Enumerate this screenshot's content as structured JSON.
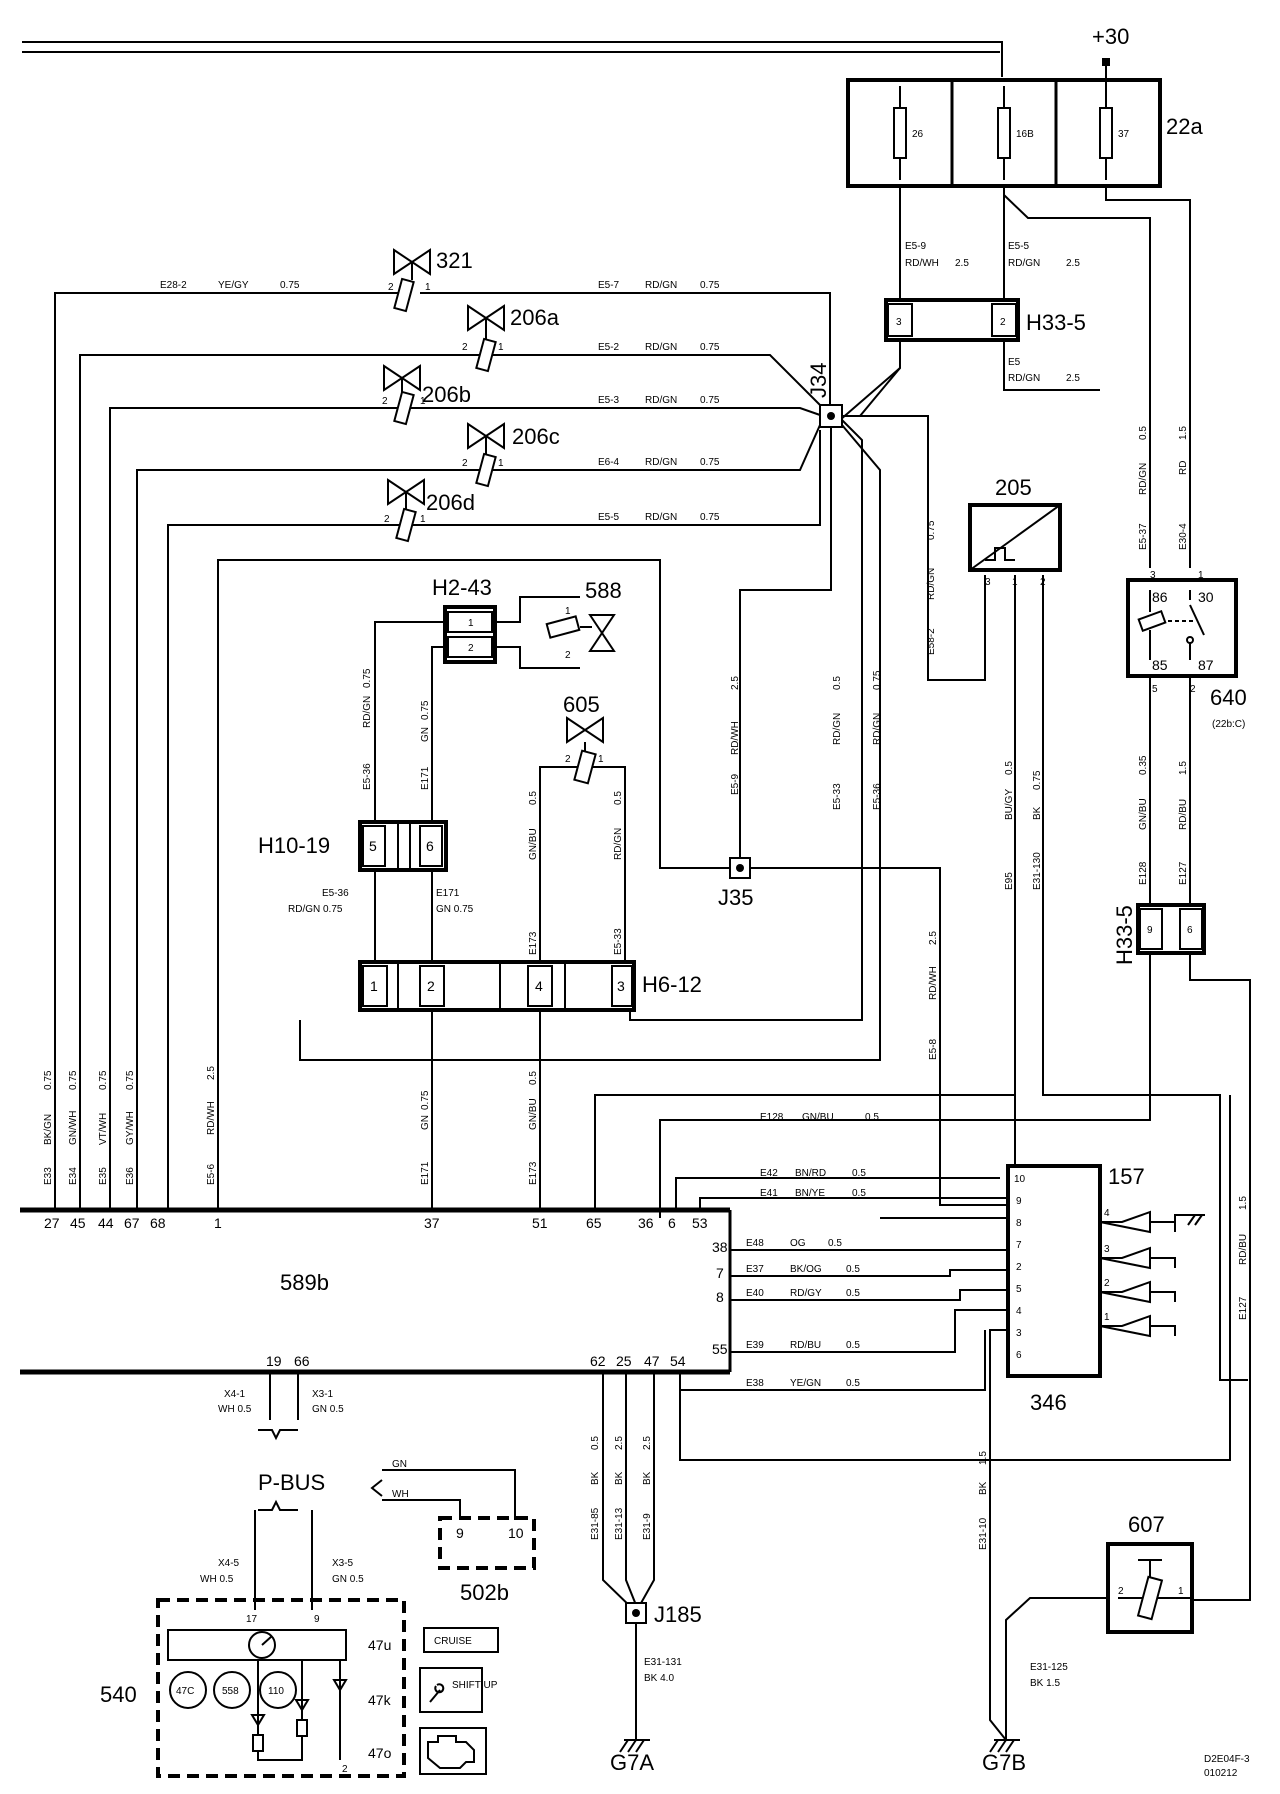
{
  "components": {
    "fusebox": {
      "id": "22a",
      "supply": "+30",
      "fuses": [
        "26",
        "16B",
        "37"
      ]
    },
    "v321": "321",
    "v206a": "206a",
    "v206b": "206b",
    "v206c": "206c",
    "v206d": "206d",
    "v588": "588",
    "v605": "605",
    "j34": "J34",
    "j35": "J35",
    "j185": "J185",
    "h33_5_top": "H33-5",
    "h33_5_bot": "H33-5",
    "h2_43": "H2-43",
    "h10_19": "H10-19",
    "h6_12": "H6-12",
    "sensor205": "205",
    "relay640": "640",
    "relay640_sub": "(22b:C)",
    "ecu": "589b",
    "module157": "157",
    "module346": "346",
    "switch607": "607",
    "pbus": "P-BUS",
    "dlc": "502b",
    "cluster": "540",
    "lamp_cruise": "CRUISE",
    "lamp_shift": "SHIFT UP",
    "cluster_codes": [
      "47u",
      "47k",
      "47o"
    ],
    "cluster_gauges": [
      "47C",
      "558",
      "110"
    ],
    "ground_a": "G7A",
    "ground_b": "G7B",
    "doc_ref": [
      "D2E04F-3",
      "010212"
    ]
  },
  "pins": {
    "v_left": "2",
    "v_right": "1",
    "fuse_box_out": [
      "3",
      "2"
    ],
    "h2_43": [
      "1",
      "2"
    ],
    "v588": [
      "1",
      "2"
    ],
    "v605": [
      "2",
      "1"
    ],
    "h10_19": [
      "5",
      "6"
    ],
    "h6_12": [
      "1",
      "2",
      "4",
      "3"
    ],
    "s205": [
      "3",
      "1",
      "2"
    ],
    "r640_top": [
      "3",
      "1"
    ],
    "r640_in": [
      "86",
      "30",
      "85",
      "87"
    ],
    "r640_bot": [
      "5",
      "2"
    ],
    "h33_5_bot": [
      "9",
      "6"
    ],
    "ecu_top": [
      "27",
      "45",
      "44",
      "67",
      "68",
      "1",
      "37",
      "51",
      "65",
      "36",
      "6",
      "53"
    ],
    "ecu_right": [
      "38",
      "7",
      "8",
      "55"
    ],
    "ecu_bottom": [
      "19",
      "66",
      "62",
      "25",
      "47",
      "54"
    ],
    "m157": [
      "10",
      "9",
      "8",
      "7",
      "2",
      "5",
      "4",
      "3",
      "6"
    ],
    "m157_sw": [
      "4",
      "3",
      "2",
      "1"
    ],
    "dlc": [
      "9",
      "10"
    ],
    "cluster_pins": [
      "17",
      "9",
      "2"
    ],
    "s607": [
      "2",
      "1"
    ]
  },
  "wires": {
    "e28_2": [
      "E28-2",
      "YE/GY",
      "0.75"
    ],
    "e5_7": [
      "E5-7",
      "RD/GN",
      "0.75"
    ],
    "e5_2": [
      "E5-2",
      "RD/GN",
      "0.75"
    ],
    "e5_3": [
      "E5-3",
      "RD/GN",
      "0.75"
    ],
    "e6_4": [
      "E6-4",
      "RD/GN",
      "0.75"
    ],
    "e5_5a": [
      "E5-5",
      "RD/GN",
      "0.75"
    ],
    "e5_9t": [
      "E5-9",
      "RD/WH",
      "2.5"
    ],
    "e5_5t": [
      "E5-5",
      "RD/GN",
      "2.5"
    ],
    "e5": [
      "E5",
      "RD/GN",
      "2.5"
    ],
    "e5_37": [
      "E5-37",
      "RD/GN",
      "0.5"
    ],
    "e30_4": [
      "E30-4",
      "RD",
      "1.5"
    ],
    "e58_2": [
      "E58-2",
      "RD/GN",
      "0.75"
    ],
    "e5_36a": [
      "E5-36",
      "RD/GN",
      "0.75"
    ],
    "e171a": [
      "E171",
      "GN",
      "0.75"
    ],
    "e173a": [
      "E173",
      "GN/BU",
      "0.5"
    ],
    "e5_33a": [
      "E5-33",
      "RD/GN",
      "0.5"
    ],
    "e5_9m": [
      "E5-9",
      "RD/WH",
      "2.5"
    ],
    "e5_33b": [
      "E5-33",
      "RD/GN",
      "0.5"
    ],
    "e5_36b": [
      "E5-36",
      "RD/GN",
      "0.75"
    ],
    "e95": [
      "E95",
      "BU/GY",
      "0.5"
    ],
    "e31_130": [
      "E31-130",
      "BK",
      "0.75"
    ],
    "e128a": [
      "E128",
      "GN/BU",
      "0.35"
    ],
    "e127a": [
      "E127",
      "RD/BU",
      "1.5"
    ],
    "e5_36c": [
      "E5-36",
      "RD/GN 0.75"
    ],
    "e171b": [
      "E171",
      "GN 0.75"
    ],
    "e5_8": [
      "E5-8",
      "RD/WH",
      "2.5"
    ],
    "e33": [
      "E33",
      "BK/GN",
      "0.75"
    ],
    "e34": [
      "E34",
      "GN/WH",
      "0.75"
    ],
    "e35": [
      "E35",
      "VT/WH",
      "0.75"
    ],
    "e36": [
      "E36",
      "GY/WH",
      "0.75"
    ],
    "e5_6": [
      "E5-6",
      "RD/WH",
      "2.5"
    ],
    "e171c": [
      "E171",
      "GN",
      "0.75"
    ],
    "e173b": [
      "E173",
      "GN/BU",
      "0.5"
    ],
    "e128b": [
      "E128",
      "GN/BU",
      "0.5"
    ],
    "e42": [
      "E42",
      "BN/RD",
      "0.5"
    ],
    "e41": [
      "E41",
      "BN/YE",
      "0.5"
    ],
    "e48": [
      "E48",
      "OG",
      "0.5"
    ],
    "e37": [
      "E37",
      "BK/OG",
      "0.5"
    ],
    "e40": [
      "E40",
      "RD/GY",
      "0.5"
    ],
    "e39": [
      "E39",
      "RD/BU",
      "0.5"
    ],
    "e38": [
      "E38",
      "YE/GN",
      "0.5"
    ],
    "e127b": [
      "E127",
      "RD/BU",
      "1.5"
    ],
    "x4_1": [
      "X4-1",
      "WH 0.5"
    ],
    "x3_1": [
      "X3-1",
      "GN 0.5"
    ],
    "x4_5": [
      "X4-5",
      "WH 0.5"
    ],
    "x3_5": [
      "X3-5",
      "GN 0.5"
    ],
    "pbus_gn": "GN",
    "pbus_wh": "WH",
    "e31_85": [
      "E31-85",
      "BK",
      "0.5"
    ],
    "e31_13": [
      "E31-13",
      "BK",
      "2.5"
    ],
    "e31_9": [
      "E31-9",
      "BK",
      "2.5"
    ],
    "e31_131": [
      "E31-131",
      "BK 4.0"
    ],
    "e31_10": [
      "E31-10",
      "BK",
      "1.5"
    ],
    "e31_125": [
      "E31-125",
      "BK 1.5"
    ]
  }
}
